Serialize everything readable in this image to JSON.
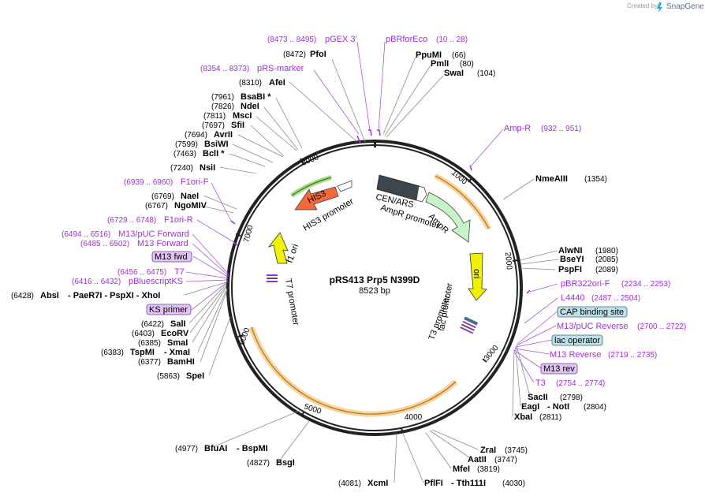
{
  "credit": {
    "prefix": "Created by",
    "brand": "SnapGene"
  },
  "plasmid": {
    "name": "pRS413 Prp5 N399D",
    "length": "8523 bp"
  },
  "ticks": [
    "1000",
    "2000",
    "3000",
    "4000",
    "5000",
    "6000",
    "7000",
    "8000"
  ],
  "features": {
    "his3": "HIS3",
    "cen_ars": "CEN/ARS",
    "ampr": "AmpR",
    "ampr_promoter": "AmpR promoter",
    "his3_promoter": "HIS3 promoter",
    "ori": "ori",
    "f1_ori": "f1 ori",
    "t7_promoter": "T7 promoter",
    "t3_promoter": "T3 promoter",
    "lac_promoter": "lac promoter"
  },
  "sites": {
    "pfoi": {
      "name": "PfoI",
      "pos": "(8472)"
    },
    "afei": {
      "name": "AfeI",
      "pos": "(8310)"
    },
    "bsabi": {
      "name": "BsaBI *",
      "pos": "(7961)"
    },
    "ndei": {
      "name": "NdeI",
      "pos": "(7826)"
    },
    "msci": {
      "name": "MscI",
      "pos": "(7811)"
    },
    "sfii": {
      "name": "SfiI",
      "pos": "(7697)"
    },
    "avrii": {
      "name": "AvrII",
      "pos": "(7694)"
    },
    "bsiwi": {
      "name": "BsiWI",
      "pos": "(7599)"
    },
    "bcli": {
      "name": "BclI *",
      "pos": "(7463)"
    },
    "nsii": {
      "name": "NsiI",
      "pos": "(7240)"
    },
    "naei": {
      "name": "NaeI",
      "pos": "(6769)"
    },
    "ngomiv": {
      "name": "NgoMIV",
      "pos": "(6767)"
    },
    "absi": {
      "name": "AbsI",
      "pos": "(6428)",
      "rest": "- PaeR7I  - PspXI  - XhoI"
    },
    "sali": {
      "name": "SalI",
      "pos": "(6422)"
    },
    "ecorv": {
      "name": "EcoRV",
      "pos": "(6403)"
    },
    "smai": {
      "name": "SmaI",
      "pos": "(6385)"
    },
    "tspmi": {
      "name": "TspMI",
      "pos": "(6383)",
      "rest": "- XmaI"
    },
    "bamhi": {
      "name": "BamHI",
      "pos": "(6377)"
    },
    "spei": {
      "name": "SpeI",
      "pos": "(5863)"
    },
    "bfuai": {
      "name": "BfuAI",
      "pos": "(4977)",
      "rest": "- BspMI"
    },
    "bsgi": {
      "name": "BsgI",
      "pos": "(4827)"
    },
    "xcmi": {
      "name": "XcmI",
      "pos": "(4081)"
    },
    "pflfi": {
      "name": "PflFI",
      "pos": "(4030)",
      "rest": "- Tth111I"
    },
    "mfei": {
      "name": "MfeI",
      "pos": "(3819)"
    },
    "aatii": {
      "name": "AatII",
      "pos": "(3747)"
    },
    "zrai": {
      "name": "ZraI",
      "pos": "(3745)"
    },
    "xbai": {
      "name": "XbaI",
      "pos": "(2811)"
    },
    "eagi": {
      "name": "EagI",
      "pos": "(2804)",
      "rest": "- NotI"
    },
    "sacii": {
      "name": "SacII",
      "pos": "(2798)"
    },
    "pspfi": {
      "name": "PspFI",
      "pos": "(2089)"
    },
    "bseyi": {
      "name": "BseYI",
      "pos": "(2085)"
    },
    "alwni": {
      "name": "AlwNI",
      "pos": "(1980)"
    },
    "nmeaiii": {
      "name": "NmeAIII",
      "pos": "(1354)"
    },
    "ppumi": {
      "name": "PpuMI",
      "pos": "(66)"
    },
    "pmli": {
      "name": "PmlI",
      "pos": "(80)"
    },
    "swai": {
      "name": "SwaI",
      "pos": "(104)"
    }
  },
  "primers": {
    "pgex3": {
      "name": "pGEX 3'",
      "pos": "(8473 .. 8495)"
    },
    "pbrforeco": {
      "name": "pBRforEco",
      "pos": "(10 .. 28)"
    },
    "prsmarker": {
      "name": "pRS-marker",
      "pos": "(8354 .. 8373)"
    },
    "f1orif": {
      "name": "F1ori-F",
      "pos": "(6939 .. 6960)"
    },
    "f1orir": {
      "name": "F1ori-R",
      "pos": "(6729 .. 6748)"
    },
    "m13puc_fwd": {
      "name": "M13/pUC Forward",
      "pos": "(6494 .. 6516)"
    },
    "m13fwd": {
      "name": "M13 Forward",
      "pos": "(6485 .. 6502)"
    },
    "m13fwd_box": {
      "name": "M13 fwd"
    },
    "t7": {
      "name": "T7",
      "pos": "(6456 .. 6475)"
    },
    "pbluescriptks": {
      "name": "pBluescriptKS",
      "pos": "(6416 .. 6432)"
    },
    "ks_box": {
      "name": "KS primer"
    },
    "ampr": {
      "name": "Amp-R",
      "pos": "(932 .. 951)"
    },
    "pbr322orif": {
      "name": "pBR322ori-F",
      "pos": "(2234 .. 2253)"
    },
    "l4440": {
      "name": "L4440",
      "pos": "(2487 .. 2504)"
    },
    "cap_box": {
      "name": "CAP binding site"
    },
    "m13puc_rev": {
      "name": "M13/pUC Reverse",
      "pos": "(2700 .. 2722)"
    },
    "lacop_box": {
      "name": "lac operator"
    },
    "m13rev": {
      "name": "M13 Reverse",
      "pos": "(2719 .. 2735)"
    },
    "m13rev_box": {
      "name": "M13 rev"
    },
    "t3": {
      "name": "T3",
      "pos": "(2754 .. 2774)"
    }
  }
}
